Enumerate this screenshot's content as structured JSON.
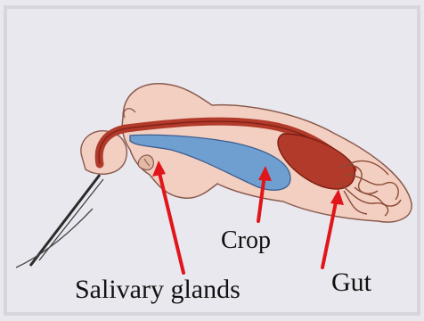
{
  "diagram": {
    "labels": {
      "crop": "Crop",
      "salivary_glands": "Salivary glands",
      "gut": "Gut"
    },
    "colors": {
      "background": "#e9e8ee",
      "border": "#cfcfd6",
      "body_fill": "#f3cfc2",
      "body_outline": "#8a5b4e",
      "gut_tube": "#b23a2a",
      "crop": "#6f9fd0",
      "arrows": "#e0161b",
      "proboscis": "#2b2b2b"
    }
  }
}
